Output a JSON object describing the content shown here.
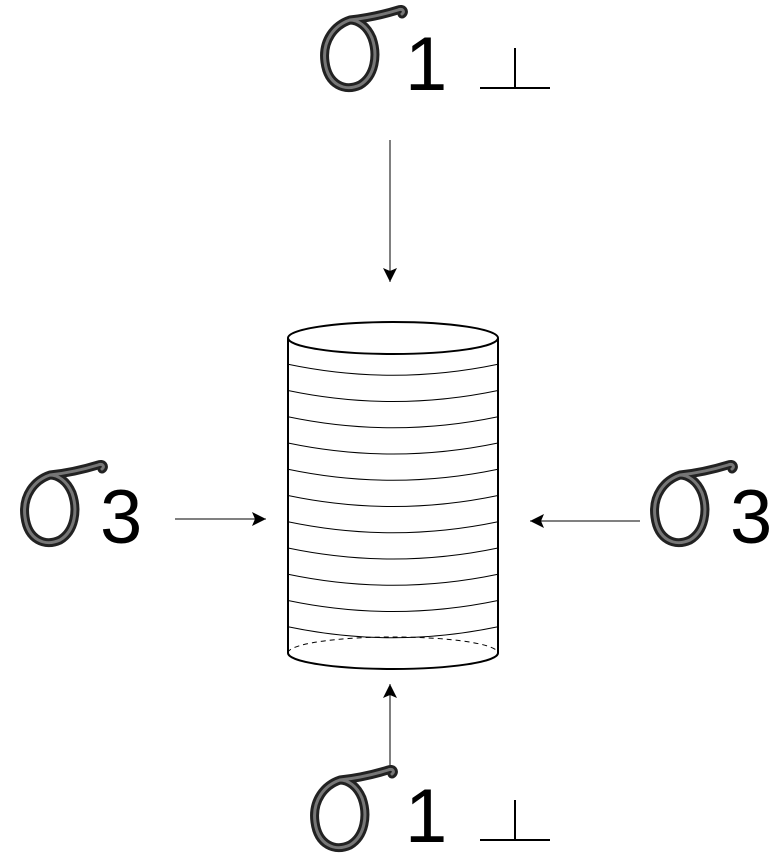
{
  "labels": {
    "top_index": "1",
    "bottom_index": "1",
    "left_index": "3",
    "right_index": "3",
    "top_symbol": "⊥",
    "bottom_symbol": "⊥"
  },
  "sample": {
    "layer_count": 11
  },
  "colors": {
    "stroke": "#000000",
    "background": "#ffffff"
  }
}
